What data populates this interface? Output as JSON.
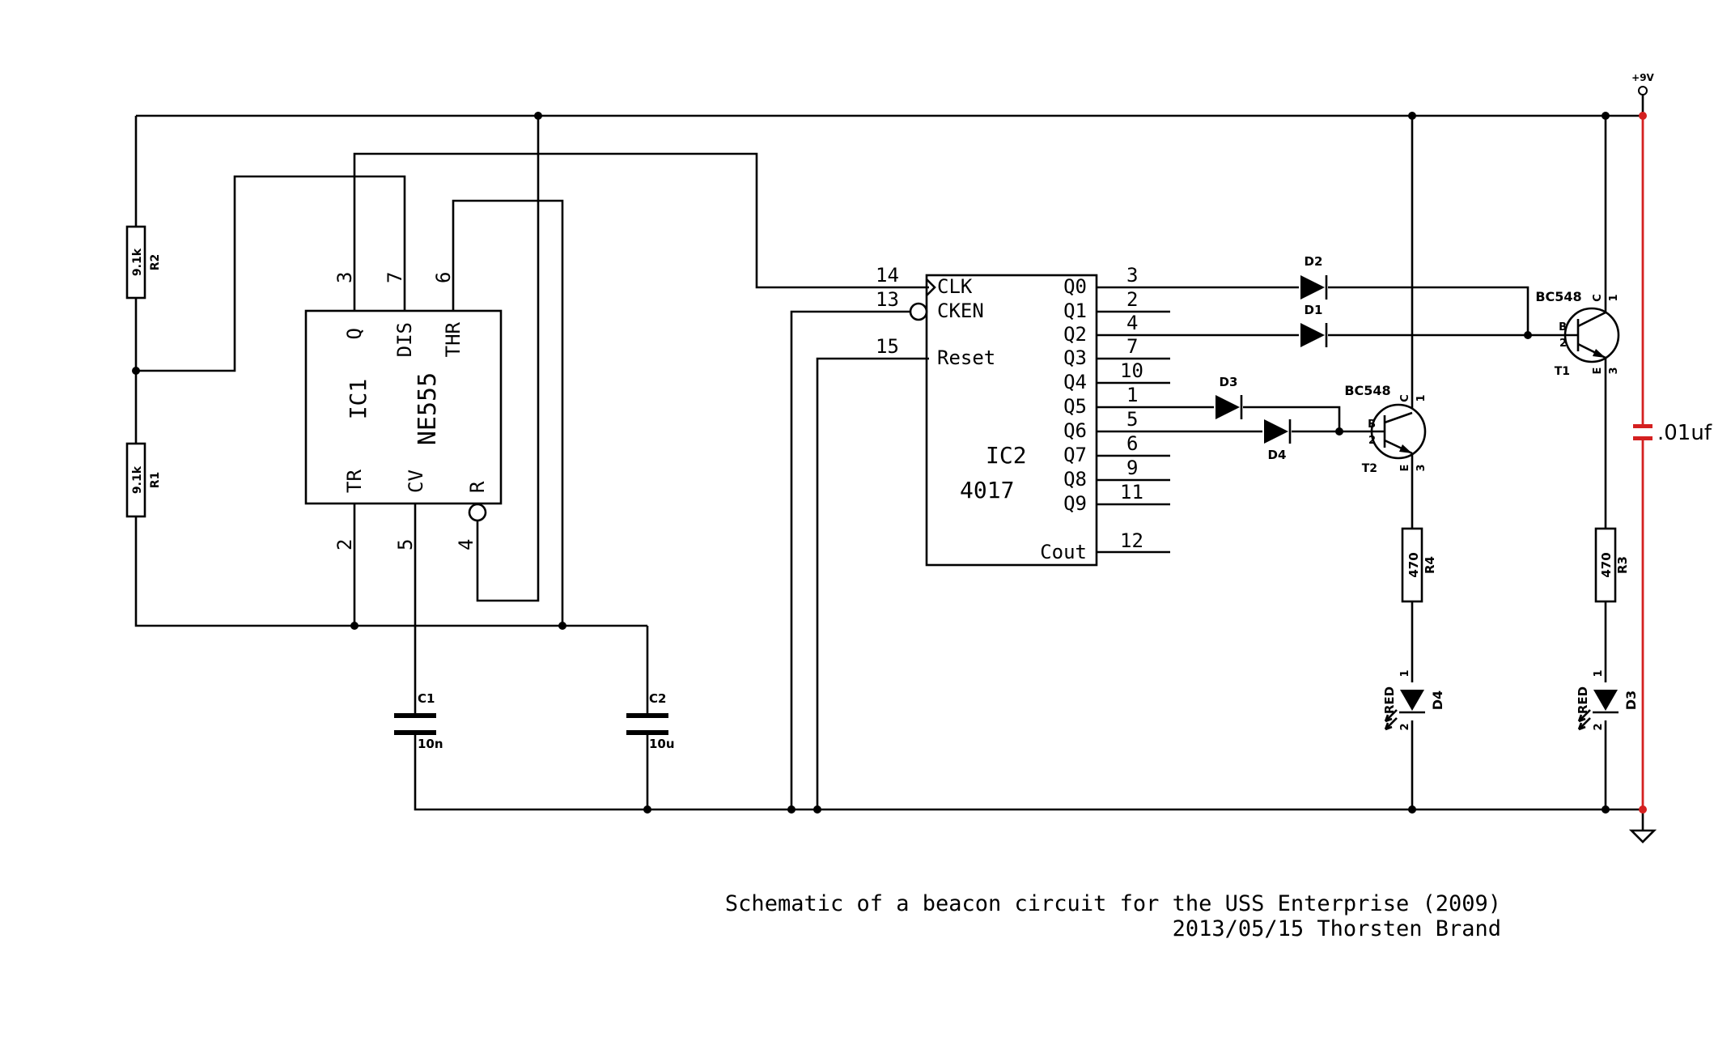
{
  "title": "Schematic of a beacon circuit for the USS Enterprise (2009)",
  "subtitle": "2013/05/15 Thorsten Brand",
  "power": {
    "label": "+9V"
  },
  "extra_cap": {
    "label": ".01uf"
  },
  "ic1": {
    "ref": "IC1",
    "part": "NE555",
    "pins": {
      "q": "Q",
      "dis": "DIS",
      "thr": "THR",
      "tr": "TR",
      "cv": "CV",
      "r": "R"
    },
    "pin_numbers": {
      "q": "3",
      "dis": "7",
      "thr": "6",
      "tr": "2",
      "cv": "5",
      "r": "4"
    }
  },
  "ic2": {
    "ref": "IC2",
    "part": "4017",
    "left_pins": [
      {
        "num": "14",
        "label": "CLK"
      },
      {
        "num": "13",
        "label": "CKEN"
      },
      {
        "num": "15",
        "label": "Reset"
      }
    ],
    "right_pins": [
      {
        "label": "Q0",
        "num": "3"
      },
      {
        "label": "Q1",
        "num": "2"
      },
      {
        "label": "Q2",
        "num": "4"
      },
      {
        "label": "Q3",
        "num": "7"
      },
      {
        "label": "Q4",
        "num": "10"
      },
      {
        "label": "Q5",
        "num": "1"
      },
      {
        "label": "Q6",
        "num": "5"
      },
      {
        "label": "Q7",
        "num": "6"
      },
      {
        "label": "Q8",
        "num": "9"
      },
      {
        "label": "Q9",
        "num": "11"
      },
      {
        "label": "Cout",
        "num": "12"
      }
    ]
  },
  "resistors": {
    "r1": {
      "ref": "R1",
      "value": "9.1k"
    },
    "r2": {
      "ref": "R2",
      "value": "9.1k"
    },
    "r3": {
      "ref": "R3",
      "value": "470"
    },
    "r4": {
      "ref": "R4",
      "value": "470"
    }
  },
  "capacitors": {
    "c1": {
      "ref": "C1",
      "value": "10n"
    },
    "c2": {
      "ref": "C2",
      "value": "10u"
    }
  },
  "diodes": {
    "d1": {
      "ref": "D1"
    },
    "d2": {
      "ref": "D2"
    },
    "d3": {
      "ref": "D3"
    },
    "d4": {
      "ref": "D4"
    }
  },
  "leds": {
    "d3": {
      "ref": "D3",
      "color": "RED",
      "pin1": "1",
      "pin2": "2"
    },
    "d4": {
      "ref": "D4",
      "color": "RED",
      "pin1": "1",
      "pin2": "2"
    }
  },
  "transistors": {
    "t1": {
      "ref": "T1",
      "part": "BC548",
      "b": "B",
      "c": "C",
      "e": "E",
      "pin_b": "2",
      "pin_c": "1",
      "pin_e": "3"
    },
    "t2": {
      "ref": "T2",
      "part": "BC548",
      "b": "B",
      "c": "C",
      "e": "E",
      "pin_b": "2",
      "pin_c": "1",
      "pin_e": "3"
    }
  },
  "colors": {
    "wire": "#000000",
    "added_part": "#d42020"
  }
}
